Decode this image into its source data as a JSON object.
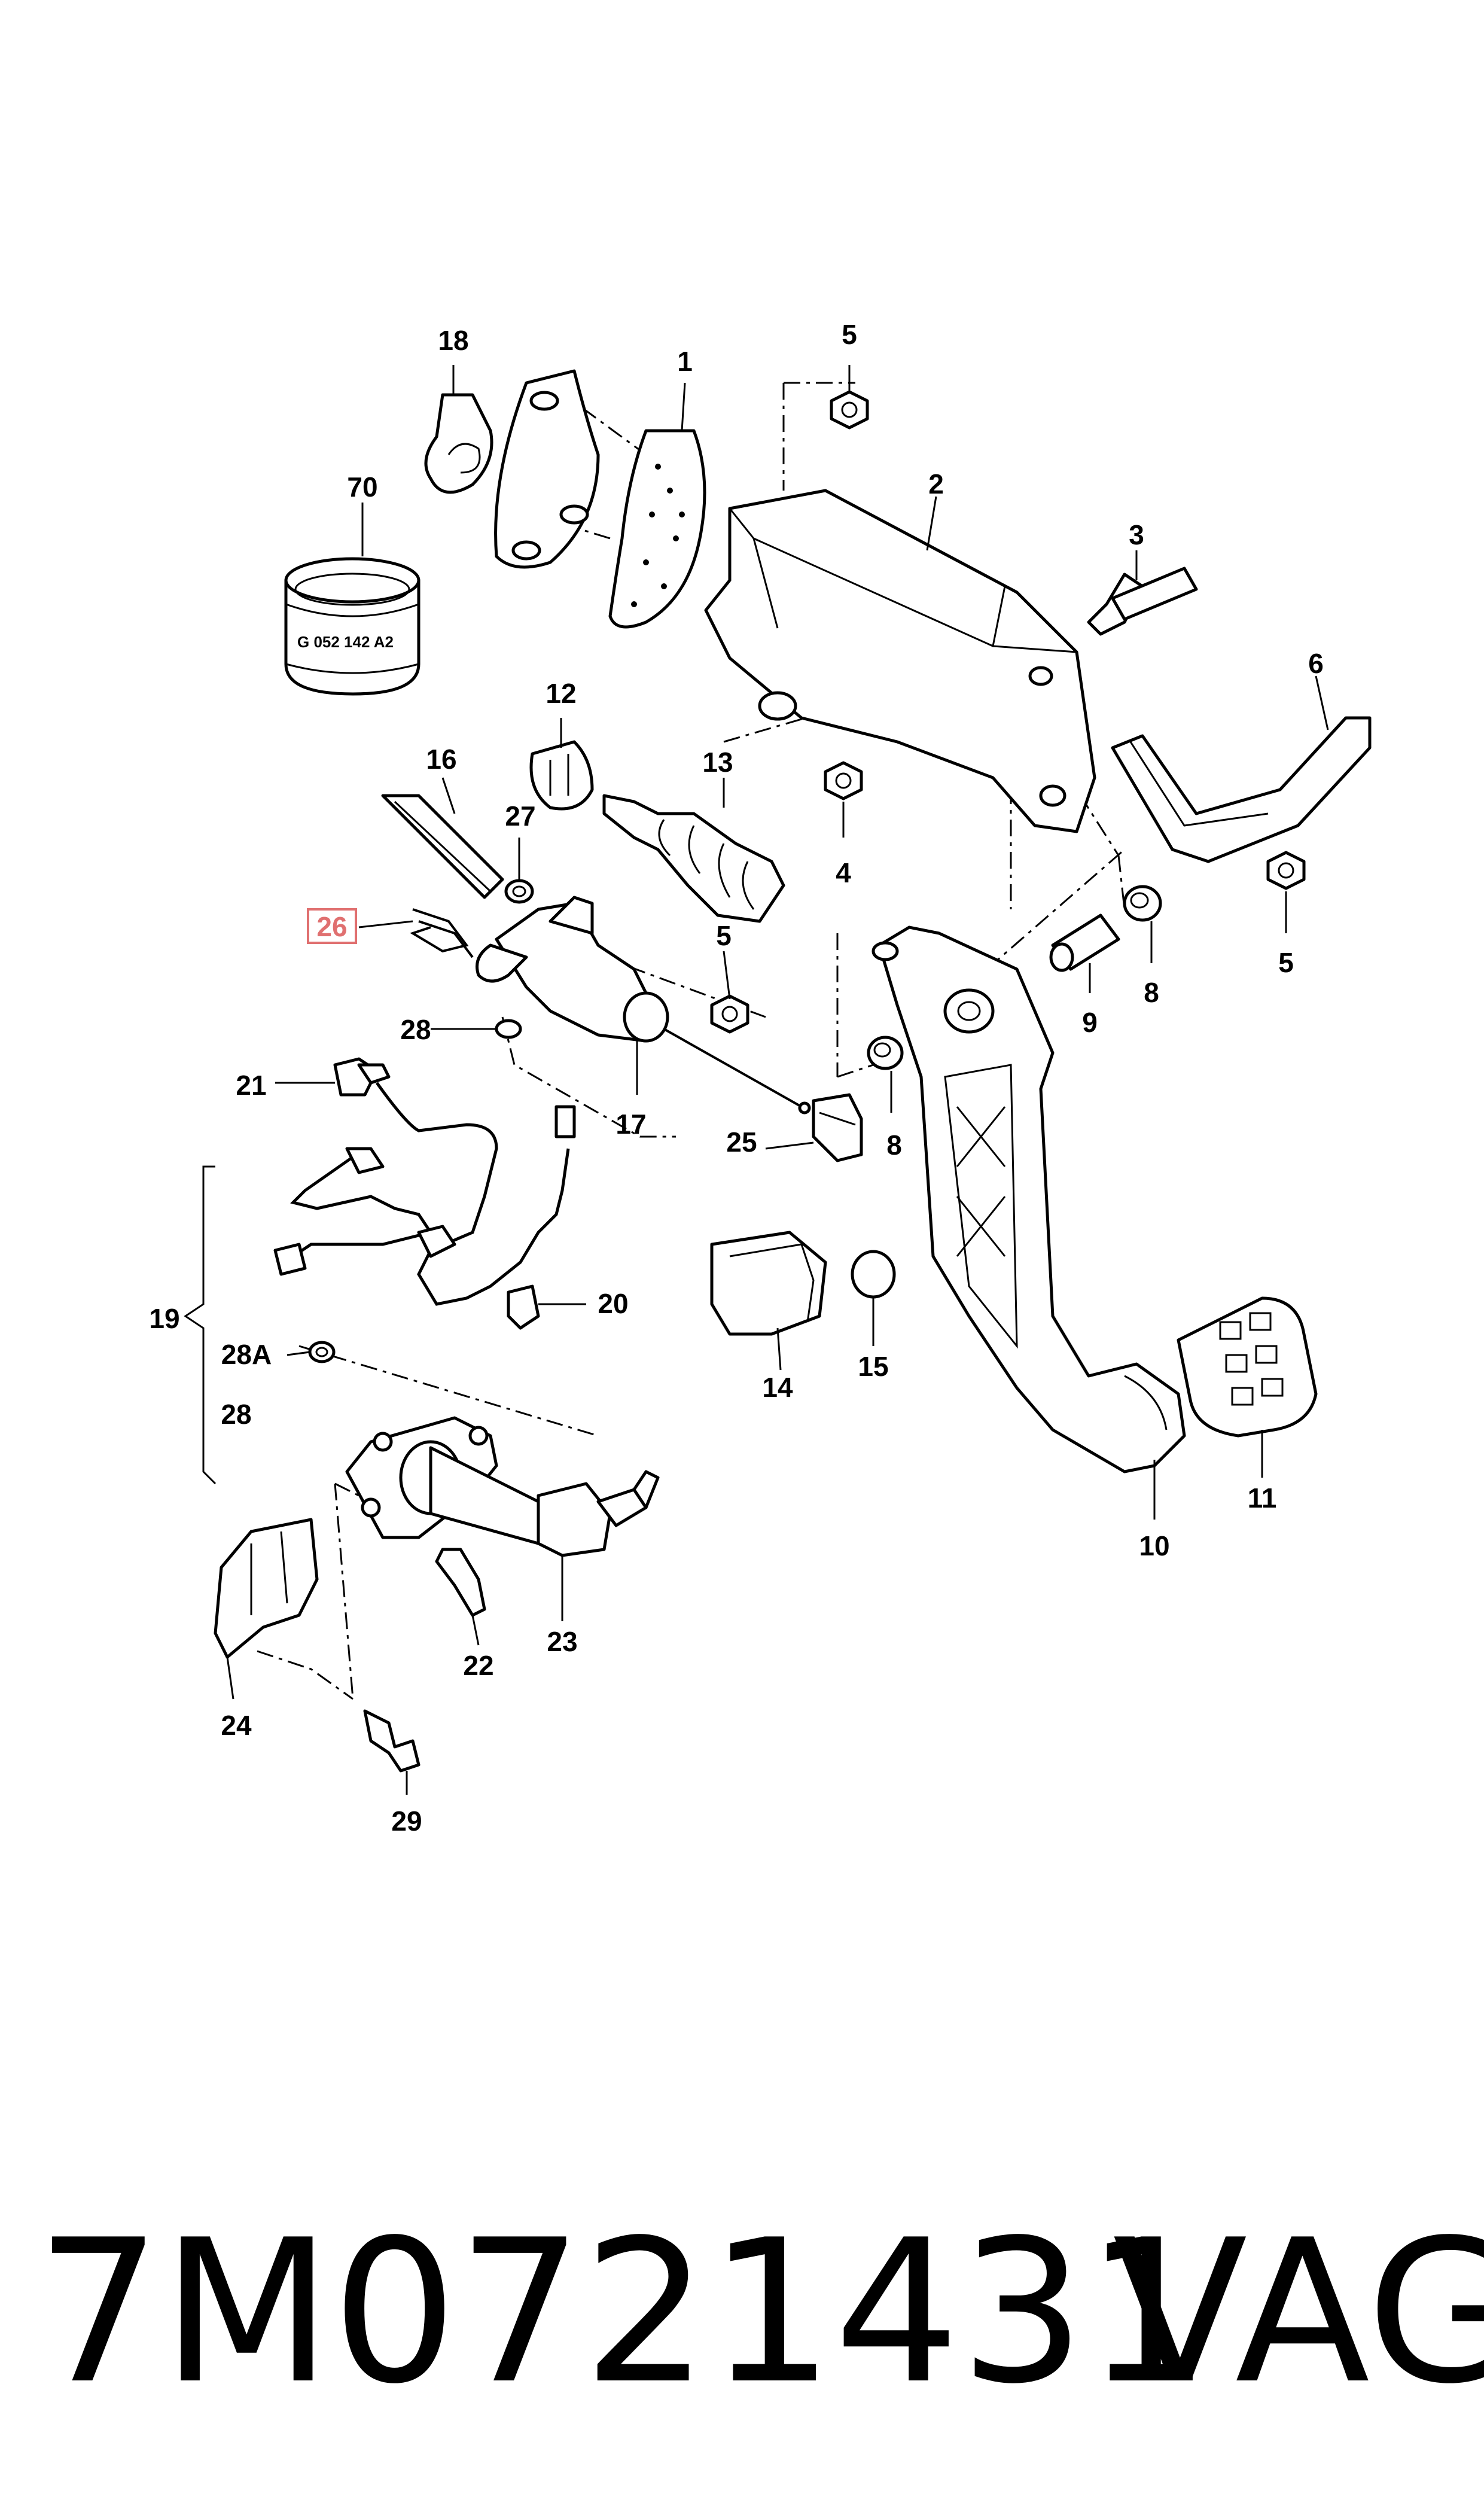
{
  "diagram": {
    "labels": {
      "l1": "1",
      "l2": "2",
      "l3": "3",
      "l4": "4",
      "l5a": "5",
      "l5b": "5",
      "l5c": "5",
      "l6": "6",
      "l8a": "8",
      "l8b": "8",
      "l9": "9",
      "l10": "10",
      "l11": "11",
      "l12": "12",
      "l13": "13",
      "l14": "14",
      "l15": "15",
      "l16": "16",
      "l17": "17",
      "l18": "18",
      "l19": "19",
      "l20": "20",
      "l21": "21",
      "l22": "22",
      "l23": "23",
      "l24": "24",
      "l25": "25",
      "l26": "26",
      "l27": "27",
      "l28a": "28",
      "l28b": "28",
      "l28A": "28A",
      "l29": "29",
      "l70": "70"
    },
    "ring_marking": "G 052 142 A2",
    "highlighted_label": "26",
    "highlight_color": "#e07070"
  },
  "footer": {
    "part_number": "7M0721431",
    "brand": "VAG"
  }
}
